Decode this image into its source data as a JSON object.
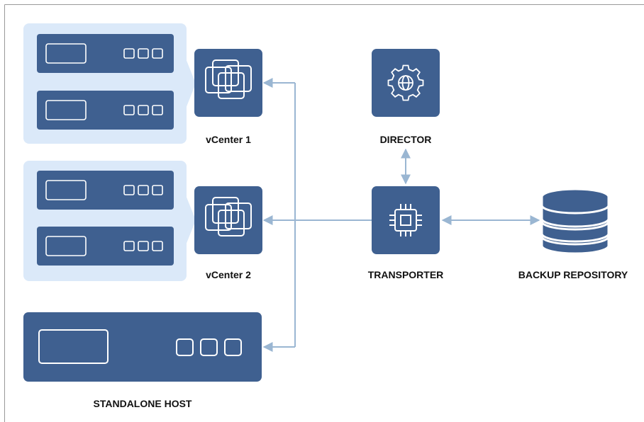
{
  "diagram": {
    "nodes": {
      "vcenter1": {
        "label": "vCenter 1",
        "icon": "vcenter-icon"
      },
      "vcenter2": {
        "label": "vCenter 2",
        "icon": "vcenter-icon"
      },
      "standalone": {
        "label": "STANDALONE HOST",
        "icon": "server-icon"
      },
      "director": {
        "label": "DIRECTOR",
        "icon": "gear-globe-icon"
      },
      "transporter": {
        "label": "TRANSPORTER",
        "icon": "processor-chip-icon"
      },
      "repository": {
        "label": "BACKUP REPOSITORY",
        "icon": "database-icon"
      }
    },
    "edges": [
      {
        "from": "transporter",
        "to": "vcenter1"
      },
      {
        "from": "transporter",
        "to": "vcenter2"
      },
      {
        "from": "transporter",
        "to": "standalone"
      },
      {
        "from": "director",
        "to": "transporter",
        "bidirectional": true
      },
      {
        "from": "transporter",
        "to": "repository",
        "bidirectional": true
      }
    ],
    "colors": {
      "node_fill": "#3f6090",
      "cluster_fill": "#dbe9f9",
      "connector": "#9ab6d2",
      "text": "#111111"
    }
  }
}
